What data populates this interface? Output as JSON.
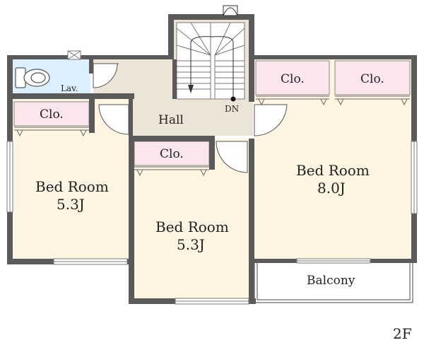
{
  "floor_label": "2F",
  "colors": {
    "wall": "#5a5a5a",
    "bedroom": "#fdf4e1",
    "closet": "#fbe6ec",
    "hall": "#ede4d8",
    "lavatory": "#dcefff",
    "balcony": "#ffffff"
  },
  "rooms": {
    "bedroom_left": {
      "name": "Bed Room",
      "size": "5.3J"
    },
    "bedroom_center": {
      "name": "Bed Room",
      "size": "5.3J"
    },
    "bedroom_right": {
      "name": "Bed Room",
      "size": "8.0J"
    },
    "hall": "Hall",
    "lavatory": "Lav.",
    "balcony": "Balcony",
    "closet_label": "Clo.",
    "stairs_direction": "DN"
  },
  "icons": {
    "toilet": "toilet-icon",
    "stairs": "staircase-icon",
    "vent": "vent-icon"
  }
}
